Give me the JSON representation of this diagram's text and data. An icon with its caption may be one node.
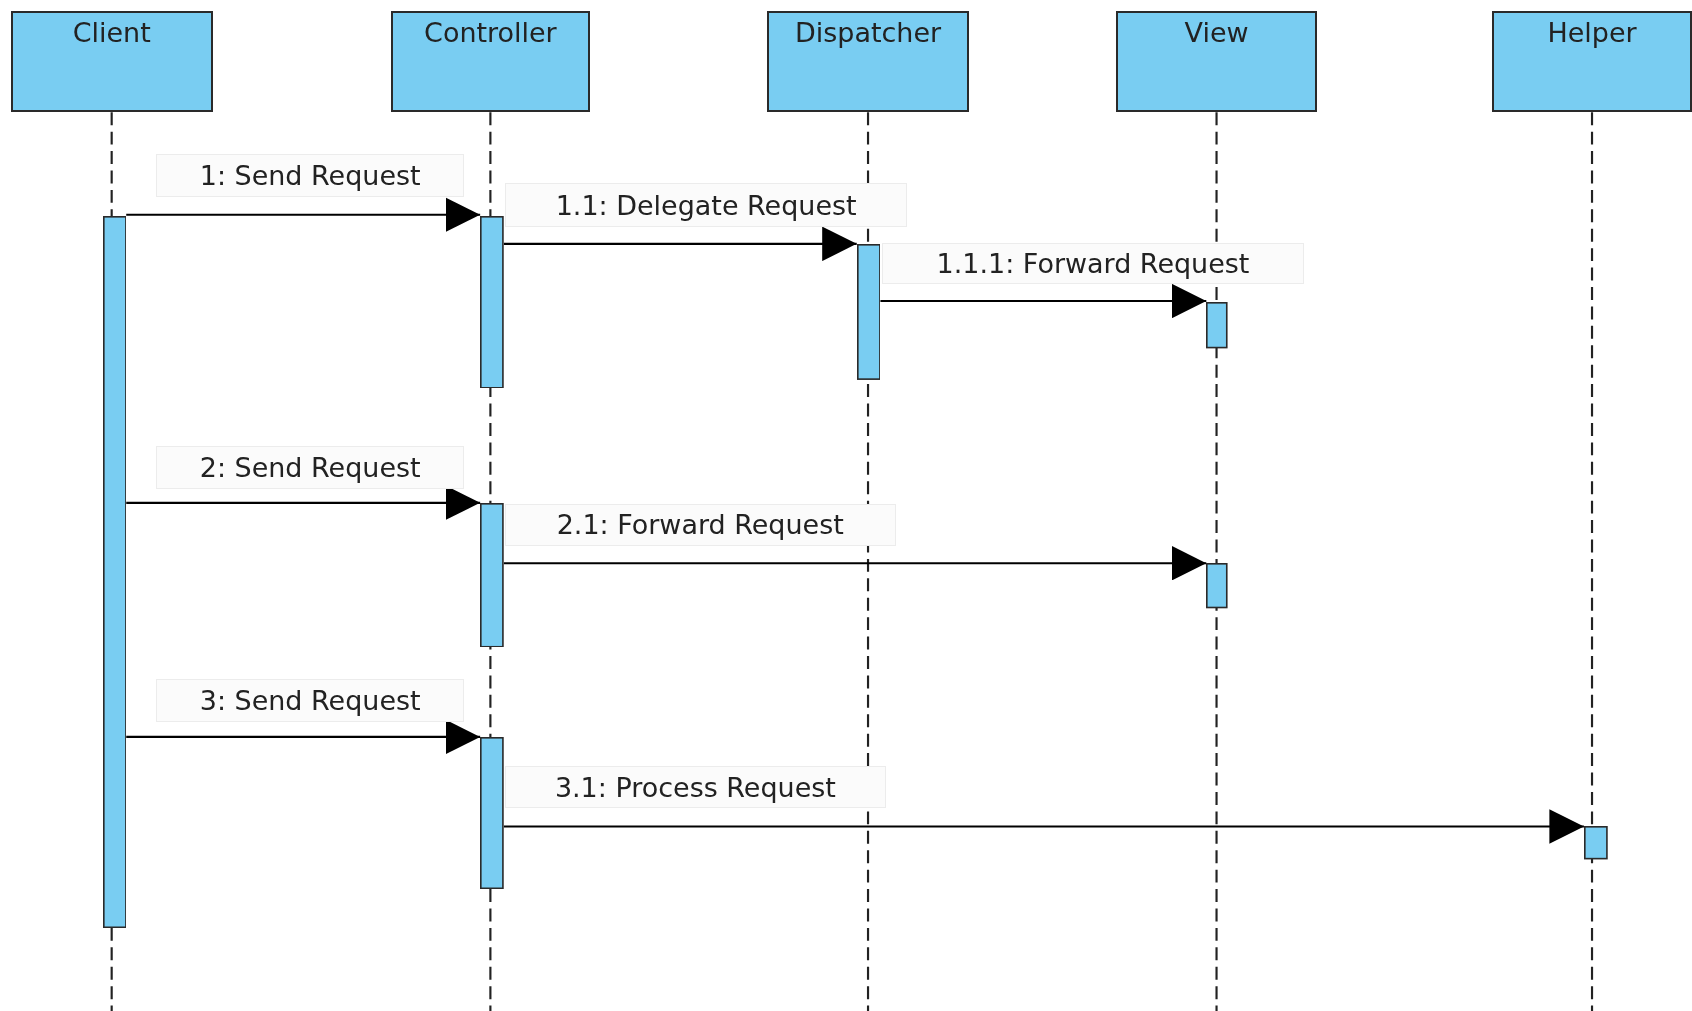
{
  "diagram": {
    "nodes": [
      {
        "text": [
          "Client"
        ]
      },
      {
        "text": [
          "Controller"
        ]
      },
      {
        "text": [
          "Dispatcher"
        ]
      },
      {
        "text": [
          "View"
        ]
      },
      {
        "text": [
          "Helper"
        ]
      },
      {
        "text": [],
        "shape": "bar"
      },
      {
        "text": [],
        "shape": "bar"
      },
      {
        "text": [],
        "shape": "bar"
      },
      {
        "text": [],
        "shape": "bar"
      },
      {
        "text": [],
        "shape": "bar"
      },
      {
        "text": [],
        "shape": "bar"
      },
      {
        "text": [],
        "shape": "bar"
      },
      {
        "text": [],
        "shape": "bar"
      }
    ],
    "edges": [
      {
        "from": 5,
        "to": 6,
        "arrow": "to",
        "label": "1: Send Request"
      },
      {
        "from": 6,
        "to": 7,
        "arrow": "to",
        "label": "1.1: Delegate Request"
      },
      {
        "from": 7,
        "to": 8,
        "arrow": "to",
        "label": "1.1.1: Forward Request"
      },
      {
        "from": 5,
        "to": 9,
        "arrow": "to",
        "label": "2: Send Request"
      },
      {
        "from": 9,
        "to": 10,
        "arrow": "to",
        "label": "2.1: Forward Request"
      },
      {
        "from": 5,
        "to": 11,
        "arrow": "to",
        "label": "3: Send Request"
      },
      {
        "from": 11,
        "to": 12,
        "arrow": "to",
        "label": "3.1: Process Request"
      }
    ]
  }
}
